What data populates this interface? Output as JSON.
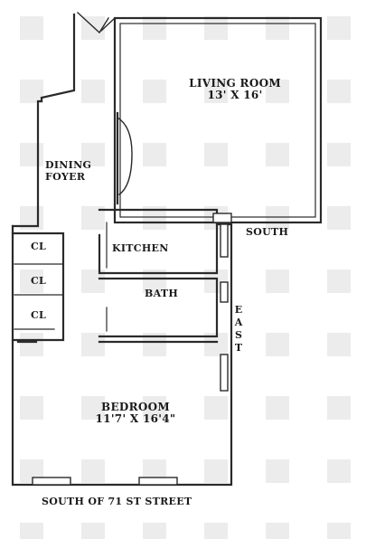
{
  "rooms": {
    "living_room": {
      "name": "LIVING ROOM",
      "dims": "13' X 16'"
    },
    "dining_foyer": {
      "line1": "DINING",
      "line2": "FOYER"
    },
    "kitchen": {
      "name": "KITCHEN"
    },
    "bath": {
      "name": "BATH"
    },
    "closets": [
      "CL",
      "CL",
      "CL"
    ],
    "bedroom": {
      "name": "BEDROOM",
      "dims": "11'7' X 16'4\""
    }
  },
  "compass": {
    "south": "SOUTH",
    "east": [
      "E",
      "A",
      "S",
      "T"
    ]
  },
  "street": "SOUTH OF 71 ST STREET",
  "colors": {
    "wall": "#2a2a2a",
    "watermark": "#ececec"
  }
}
